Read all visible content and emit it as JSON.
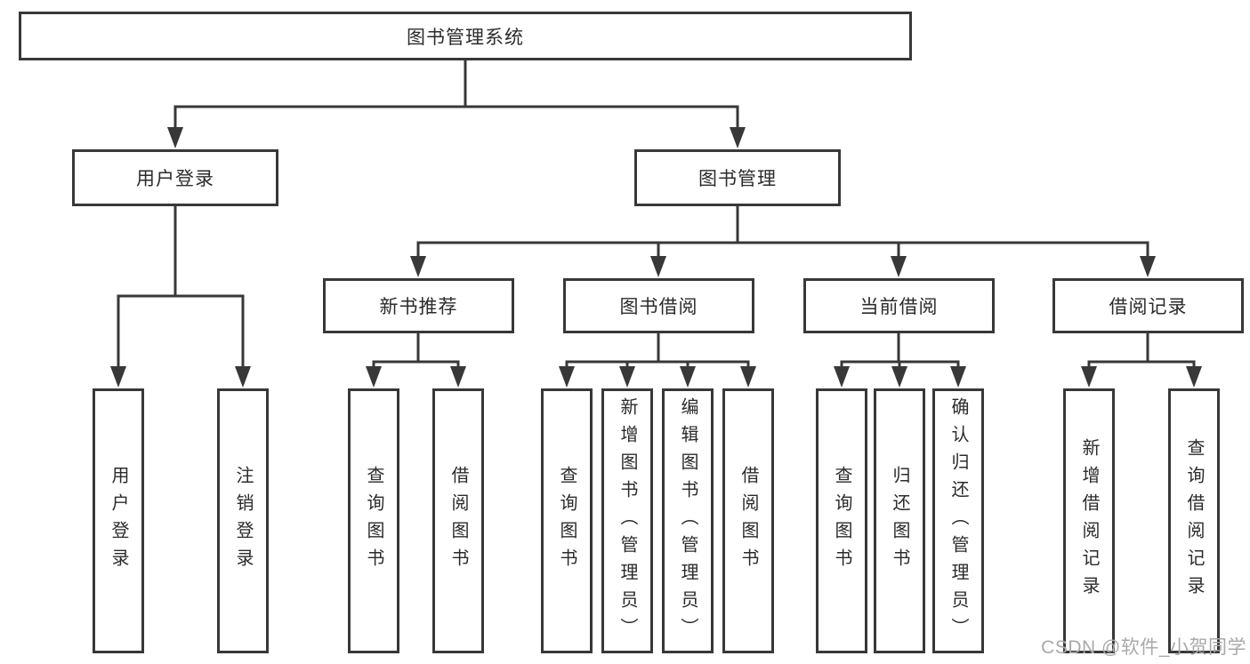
{
  "diagram": {
    "root": {
      "label": "图书管理系统"
    },
    "branches": [
      {
        "label": "用户登录",
        "leaves": [
          {
            "label": "用户登录"
          },
          {
            "label": "注销登录"
          }
        ]
      },
      {
        "label": "图书管理",
        "sections": [
          {
            "label": "新书推荐",
            "leaves": [
              {
                "label": "查询图书"
              },
              {
                "label": "借阅图书"
              }
            ]
          },
          {
            "label": "图书借阅",
            "leaves": [
              {
                "label": "查询图书"
              },
              {
                "label": "新增图书（管理员）"
              },
              {
                "label": "编辑图书（管理员）"
              },
              {
                "label": "借阅图书"
              }
            ]
          },
          {
            "label": "当前借阅",
            "leaves": [
              {
                "label": "查询图书"
              },
              {
                "label": "归还图书"
              },
              {
                "label": "确认归还（管理员）"
              }
            ]
          },
          {
            "label": "借阅记录",
            "leaves": [
              {
                "label": "新增借阅记录"
              },
              {
                "label": "查询借阅记录"
              }
            ]
          }
        ]
      }
    ]
  },
  "watermark": {
    "text": "CSDN @软件_小贺同学"
  },
  "colors": {
    "line": "#383838",
    "box_border": "#383838",
    "text": "#2b2b2b",
    "watermark": "#a9a9a9",
    "background": "#ffffff"
  }
}
